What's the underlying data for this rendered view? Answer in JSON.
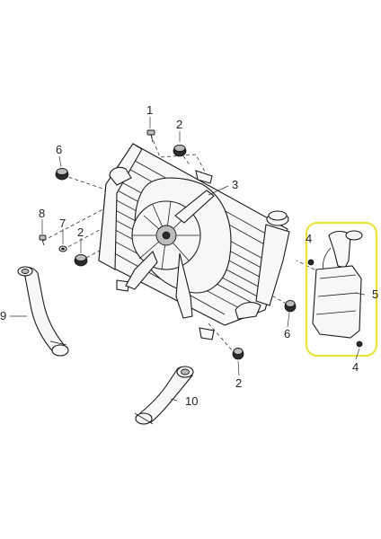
{
  "callouts": {
    "c1": "1",
    "c2_top": "2",
    "c2_left": "2",
    "c2_bottom": "2",
    "c3": "3",
    "c4_top": "4",
    "c4_bottom": "4",
    "c5": "5",
    "c6_top": "6",
    "c6_right": "6",
    "c7": "7",
    "c8": "8",
    "c9": "9",
    "c10": "10"
  },
  "colors": {
    "highlight": "#e9e33a",
    "line": "#1a1a1a",
    "background": "#ffffff"
  }
}
